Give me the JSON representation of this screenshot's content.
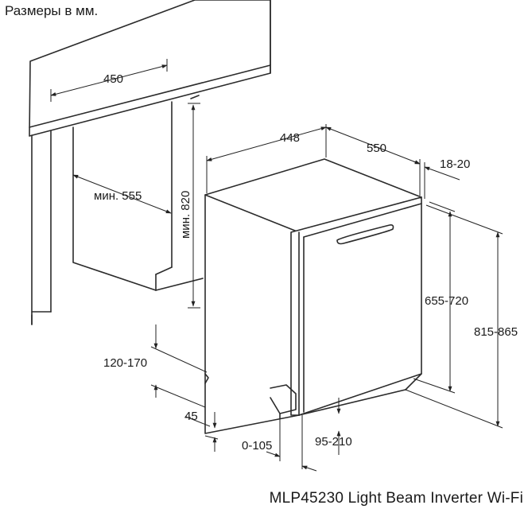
{
  "header": {
    "units_note": "Размеры в мм."
  },
  "footer": {
    "model": "MLP45230 Light Beam Inverter Wi-Fi"
  },
  "dimensions": {
    "niche_width": "450",
    "niche_depth_min": "мин. 555",
    "niche_height_min": "мин. 820",
    "door_offset": "448",
    "body_depth": "550",
    "panel_thickness": "18-20",
    "door_panel_height": "655-720",
    "total_height": "815-865",
    "plinth_height": "120-170",
    "plinth_gap": "45",
    "plinth_setback": "0-105",
    "door_bottom_gap": "95-210"
  }
}
